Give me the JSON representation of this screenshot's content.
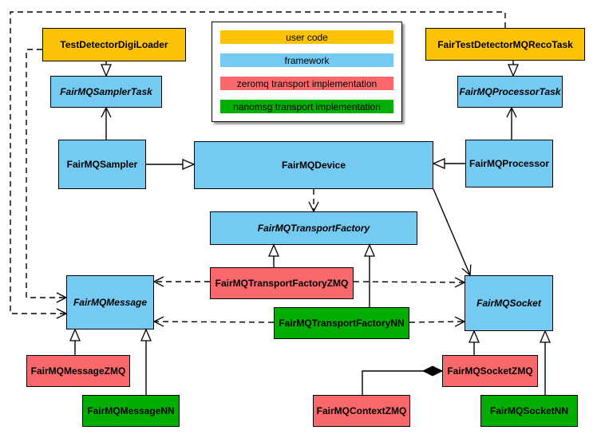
{
  "colors": {
    "user_code": "#FCC306",
    "framework": "#74CAF1",
    "zeromq": "#F9696C",
    "nanomsg": "#02AE02",
    "line": "#000000",
    "background": "#FFFFFF"
  },
  "legend": {
    "items": [
      {
        "label": "user code",
        "category": "user_code"
      },
      {
        "label": "framework",
        "category": "framework"
      },
      {
        "label": "zeromq transport implementation",
        "category": "zeromq"
      },
      {
        "label": "nanomsg transport implementation",
        "category": "nanomsg"
      }
    ]
  },
  "nodes": [
    {
      "id": "TestDetectorDigiLoader",
      "label": "TestDetectorDigiLoader",
      "category": "user_code",
      "abstract": false
    },
    {
      "id": "FairTestDetectorMQRecoTask",
      "label": "FairTestDetectorMQRecoTask",
      "category": "user_code",
      "abstract": false
    },
    {
      "id": "FairMQSamplerTask",
      "label": "FairMQSamplerTask",
      "category": "framework",
      "abstract": true
    },
    {
      "id": "FairMQProcessorTask",
      "label": "FairMQProcessorTask",
      "category": "framework",
      "abstract": true
    },
    {
      "id": "FairMQSampler",
      "label": "FairMQSampler",
      "category": "framework",
      "abstract": false
    },
    {
      "id": "FairMQDevice",
      "label": "FairMQDevice",
      "category": "framework",
      "abstract": false
    },
    {
      "id": "FairMQProcessor",
      "label": "FairMQProcessor",
      "category": "framework",
      "abstract": false
    },
    {
      "id": "FairMQTransportFactory",
      "label": "FairMQTransportFactory",
      "category": "framework",
      "abstract": true
    },
    {
      "id": "FairMQTransportFactoryZMQ",
      "label": "FairMQTransportFactoryZMQ",
      "category": "zeromq",
      "abstract": false
    },
    {
      "id": "FairMQTransportFactoryNN",
      "label": "FairMQTransportFactoryNN",
      "category": "nanomsg",
      "abstract": false
    },
    {
      "id": "FairMQMessage",
      "label": "FairMQMessage",
      "category": "framework",
      "abstract": true
    },
    {
      "id": "FairMQSocket",
      "label": "FairMQSocket",
      "category": "framework",
      "abstract": true
    },
    {
      "id": "FairMQMessageZMQ",
      "label": "FairMQMessageZMQ",
      "category": "zeromq",
      "abstract": false
    },
    {
      "id": "FairMQMessageNN",
      "label": "FairMQMessageNN",
      "category": "nanomsg",
      "abstract": false
    },
    {
      "id": "FairMQSocketZMQ",
      "label": "FairMQSocketZMQ",
      "category": "zeromq",
      "abstract": false
    },
    {
      "id": "FairMQContextZMQ",
      "label": "FairMQContextZMQ",
      "category": "zeromq",
      "abstract": false
    },
    {
      "id": "FairMQSocketNN",
      "label": "FairMQSocketNN",
      "category": "nanomsg",
      "abstract": false
    }
  ],
  "edges": [
    {
      "id": "e1",
      "from": "TestDetectorDigiLoader",
      "to": "FairMQSamplerTask",
      "type": "inheritance"
    },
    {
      "id": "e2",
      "from": "FairTestDetectorMQRecoTask",
      "to": "FairMQProcessorTask",
      "type": "inheritance"
    },
    {
      "id": "e3",
      "from": "FairMQSampler",
      "to": "FairMQDevice",
      "type": "inheritance"
    },
    {
      "id": "e4",
      "from": "FairMQProcessor",
      "to": "FairMQDevice",
      "type": "inheritance"
    },
    {
      "id": "e5",
      "from": "FairMQSampler",
      "to": "FairMQSamplerTask",
      "type": "association"
    },
    {
      "id": "e6",
      "from": "FairMQProcessor",
      "to": "FairMQProcessorTask",
      "type": "association"
    },
    {
      "id": "e7",
      "from": "FairMQDevice",
      "to": "FairMQTransportFactory",
      "type": "dependency"
    },
    {
      "id": "e8",
      "from": "FairMQDevice",
      "to": "FairMQSocket",
      "type": "association"
    },
    {
      "id": "e9",
      "from": "FairMQTransportFactoryZMQ",
      "to": "FairMQTransportFactory",
      "type": "inheritance"
    },
    {
      "id": "e10",
      "from": "FairMQTransportFactoryNN",
      "to": "FairMQTransportFactory",
      "type": "inheritance"
    },
    {
      "id": "e11",
      "from": "FairMQTransportFactoryZMQ",
      "to": "FairMQMessage",
      "type": "dependency"
    },
    {
      "id": "e12",
      "from": "FairMQTransportFactoryZMQ",
      "to": "FairMQSocket",
      "type": "dependency"
    },
    {
      "id": "e13",
      "from": "FairMQTransportFactoryNN",
      "to": "FairMQMessage",
      "type": "dependency"
    },
    {
      "id": "e14",
      "from": "FairMQTransportFactoryNN",
      "to": "FairMQSocket",
      "type": "dependency"
    },
    {
      "id": "e15",
      "from": "FairMQMessageZMQ",
      "to": "FairMQMessage",
      "type": "inheritance"
    },
    {
      "id": "e16",
      "from": "FairMQMessageNN",
      "to": "FairMQMessage",
      "type": "inheritance"
    },
    {
      "id": "e17",
      "from": "FairMQSocketZMQ",
      "to": "FairMQSocket",
      "type": "inheritance"
    },
    {
      "id": "e18",
      "from": "FairMQSocketNN",
      "to": "FairMQSocket",
      "type": "inheritance"
    },
    {
      "id": "e19",
      "from": "FairMQSocketZMQ",
      "to": "FairMQContextZMQ",
      "type": "composition"
    },
    {
      "id": "e20",
      "from": "TestDetectorDigiLoader",
      "to": "FairMQMessage",
      "type": "dependency"
    },
    {
      "id": "e21",
      "from": "FairTestDetectorMQRecoTask",
      "to": "FairMQMessage",
      "type": "dependency"
    }
  ]
}
